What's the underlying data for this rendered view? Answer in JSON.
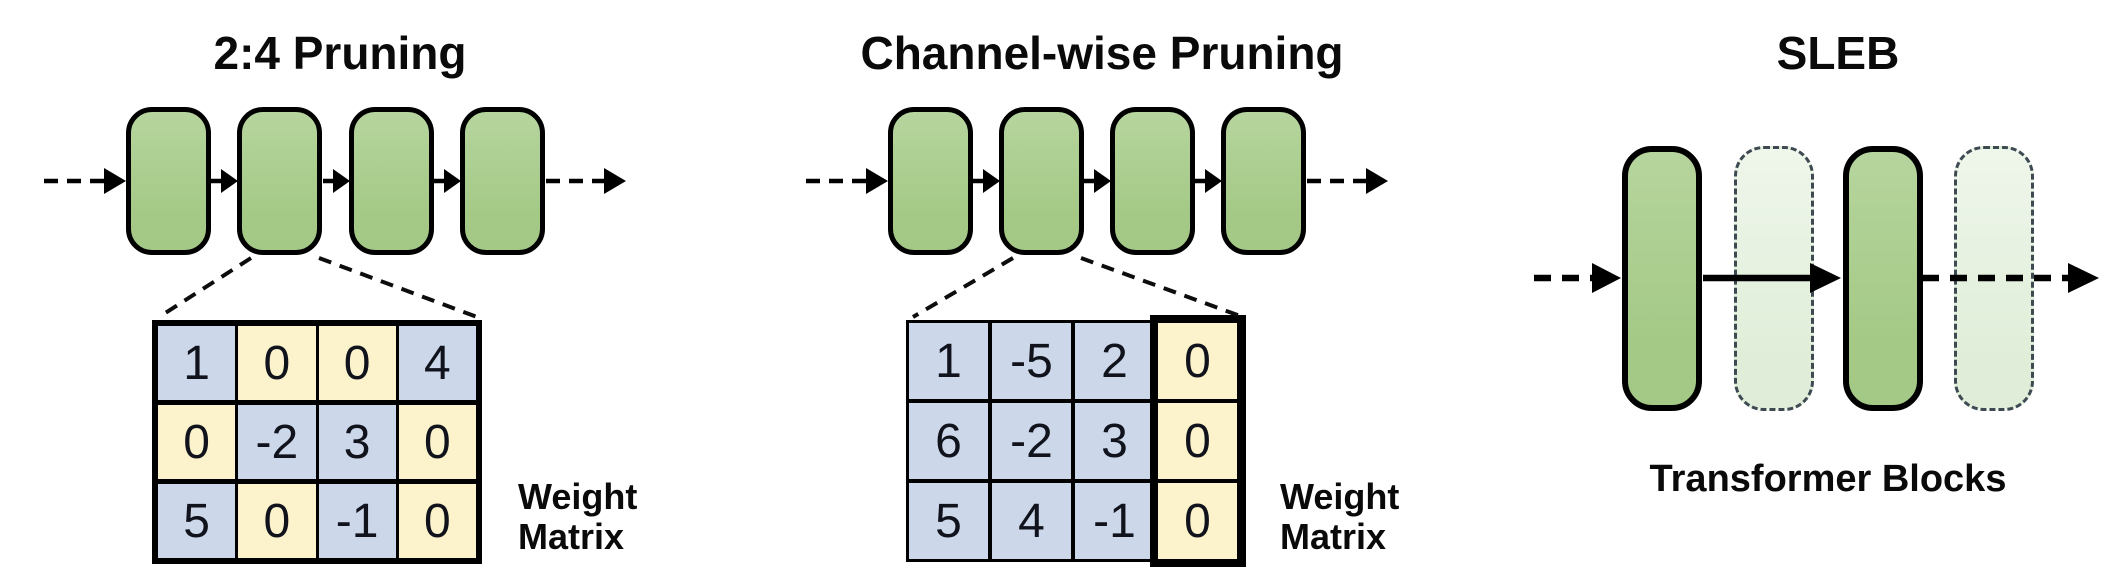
{
  "figure": {
    "panels": {
      "p1": {
        "title": "2:4 Pruning",
        "weight_matrix_label": "Weight\nMatrix",
        "num_blocks": 4,
        "matrix": {
          "rows": [
            [
              "1",
              "0",
              "0",
              "4"
            ],
            [
              "0",
              "-2",
              "3",
              "0"
            ],
            [
              "5",
              "0",
              "-1",
              "0"
            ]
          ],
          "cell_colors": [
            [
              "blue",
              "yellow",
              "yellow",
              "blue"
            ],
            [
              "yellow",
              "blue",
              "blue",
              "yellow"
            ],
            [
              "blue",
              "yellow",
              "blue",
              "yellow"
            ]
          ]
        }
      },
      "p2": {
        "title": "Channel-wise Pruning",
        "weight_matrix_label": "Weight\nMatrix",
        "num_blocks": 4,
        "matrix": {
          "rows": [
            [
              "1",
              "-5",
              "2",
              "0"
            ],
            [
              "6",
              "-2",
              "3",
              "0"
            ],
            [
              "5",
              "4",
              "-1",
              "0"
            ]
          ],
          "cell_colors": [
            [
              "blue",
              "blue",
              "blue",
              "yellow"
            ],
            [
              "blue",
              "blue",
              "blue",
              "yellow"
            ],
            [
              "blue",
              "blue",
              "blue",
              "yellow"
            ]
          ]
        }
      },
      "p3": {
        "title": "SLEB",
        "caption": "Transformer Blocks",
        "blocks": [
          "active",
          "skipped",
          "active",
          "skipped"
        ]
      }
    },
    "colors": {
      "block_green": "#a4c986",
      "block_green_light": "#b6d59e",
      "block_faded_green": "#e5f0de",
      "faded_border": "#3d4a52",
      "cell_blue": "#ccd7ea",
      "cell_yellow": "#fcf3cc",
      "line_black": "#000000",
      "background": "#ffffff"
    }
  }
}
